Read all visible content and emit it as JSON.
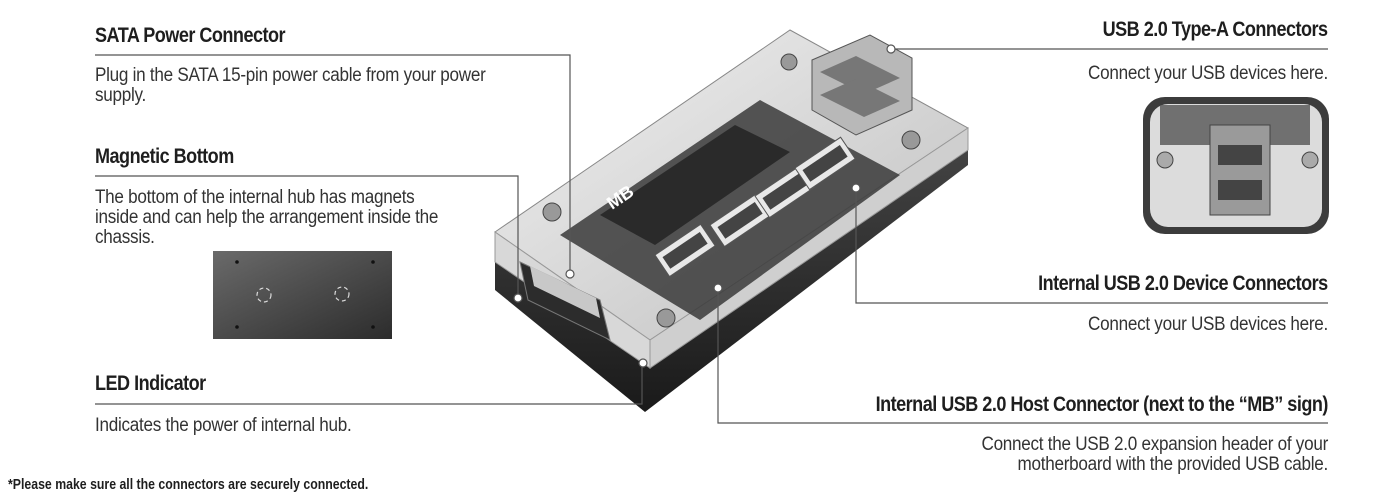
{
  "labels": {
    "sata": {
      "title": "SATA Power Connector",
      "desc": "Plug in the SATA 15-pin power cable from your power supply."
    },
    "magnetic": {
      "title": "Magnetic Bottom",
      "desc": "The bottom of the internal hub has magnets inside and can help the arrangement inside the chassis."
    },
    "led": {
      "title": "LED Indicator",
      "desc": "Indicates the power of internal hub."
    },
    "usb_type_a": {
      "title": "USB 2.0 Type-A Connectors",
      "desc": "Connect your USB devices here."
    },
    "internal_device": {
      "title": "Internal USB 2.0 Device Connectors",
      "desc": "Connect your USB devices here."
    },
    "internal_host": {
      "title": "Internal USB 2.0 Host Connector (next to the “MB” sign)",
      "desc": "Connect the USB 2.0 expansion header of your motherboard with the provided USB cable."
    }
  },
  "board_sign": "MB",
  "footnote": "*Please make sure all the connectors are securely connected.",
  "colors": {
    "text": "#1e1e1e",
    "callout_line": "#555555",
    "hub_body": "#2a2a2a"
  }
}
